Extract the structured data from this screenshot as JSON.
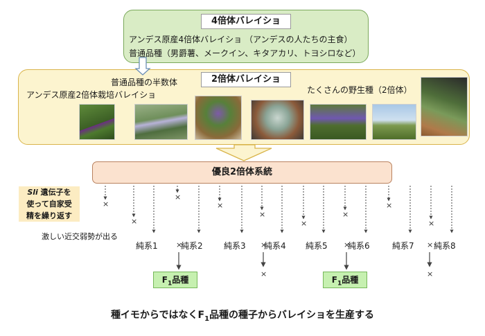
{
  "tetraploid": {
    "title": "4倍体バレイショ",
    "line1": "アンデス原産4倍体バレイショ （アンデスの人たちの主食）",
    "line2": "普通品種（男爵薯、メークイン、キタアカリ、トヨシロなど）"
  },
  "diploid": {
    "title": "2倍体バレイショ",
    "haploid_label": "普通品種の半数体",
    "andes_label": "アンデス原産2倍体栽培バレイショ",
    "wild_label": "たくさんの野生種（2倍体）"
  },
  "elite": {
    "label": "優良2倍体系統"
  },
  "sli_note": {
    "line1": "Sli 遺伝子を",
    "line2": "使って自家受",
    "line3": "精を繰り返す"
  },
  "inbreeding_note": "激しい近交弱勢が出る",
  "pure_lines": [
    "純系1",
    "純系2",
    "純系3",
    "純系4",
    "純系5",
    "純系6",
    "純系7",
    "純系8"
  ],
  "cross_mark": "×",
  "f1": {
    "main": "F",
    "sub": "1",
    "suffix": "品種"
  },
  "footer": {
    "before": "種イモからではなくF",
    "sub": "1",
    "after": "品種の種子からバレイショを生産する"
  },
  "colors": {
    "green_box": "#d9ecc5",
    "yellow_box": "#fcf4cf",
    "elite_box": "#fbe2cf",
    "f1_box": "#c6f0b0",
    "note_box": "#fcecc2"
  }
}
